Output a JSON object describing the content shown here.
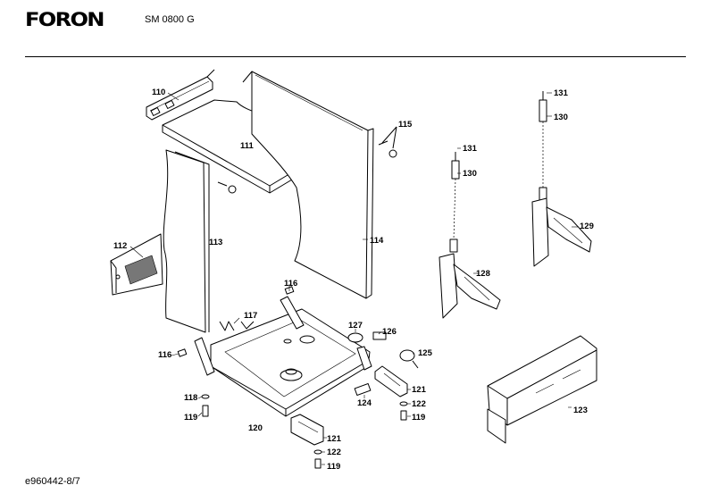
{
  "header": {
    "brand": "FORON",
    "model": "SM 0800 G"
  },
  "footer": {
    "doc_ref": "e960442-8/7"
  },
  "callouts": [
    {
      "id": "110",
      "text": "110"
    },
    {
      "id": "111",
      "text": "111"
    },
    {
      "id": "112",
      "text": "112"
    },
    {
      "id": "113",
      "text": "113"
    },
    {
      "id": "114",
      "text": "114"
    },
    {
      "id": "115",
      "text": "115"
    },
    {
      "id": "116a",
      "text": "116"
    },
    {
      "id": "116b",
      "text": "116"
    },
    {
      "id": "117",
      "text": "117"
    },
    {
      "id": "118",
      "text": "118"
    },
    {
      "id": "119a",
      "text": "119"
    },
    {
      "id": "119b",
      "text": "119"
    },
    {
      "id": "119c",
      "text": "119"
    },
    {
      "id": "120",
      "text": "120"
    },
    {
      "id": "121a",
      "text": "121"
    },
    {
      "id": "121b",
      "text": "121"
    },
    {
      "id": "122a",
      "text": "122"
    },
    {
      "id": "122b",
      "text": "122"
    },
    {
      "id": "123",
      "text": "123"
    },
    {
      "id": "124",
      "text": "124"
    },
    {
      "id": "125",
      "text": "125"
    },
    {
      "id": "126",
      "text": "126"
    },
    {
      "id": "127",
      "text": "127"
    },
    {
      "id": "128",
      "text": "128"
    },
    {
      "id": "129",
      "text": "129"
    },
    {
      "id": "130a",
      "text": "130"
    },
    {
      "id": "130b",
      "text": "130"
    },
    {
      "id": "131a",
      "text": "131"
    },
    {
      "id": "131b",
      "text": "131"
    }
  ]
}
